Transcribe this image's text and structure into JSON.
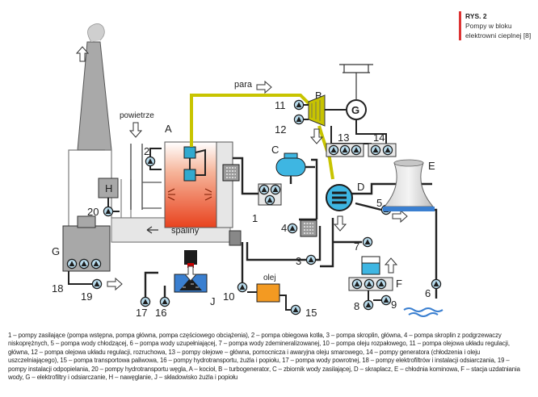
{
  "caption": {
    "figure_no": "RYS. 2",
    "title": "Pompy w bloku elektrowni cieplnej [8]"
  },
  "labels": {
    "powietrze": "powietrze",
    "para": "para",
    "spaliny": "spaliny",
    "olej": "olej",
    "A": "A",
    "B": "B",
    "C": "C",
    "D": "D",
    "E": "E",
    "F": "F",
    "G": "G",
    "H": "H",
    "J": "J",
    "generator": "G",
    "n1": "1",
    "n2": "2",
    "n3": "3",
    "n4": "4",
    "n5": "5",
    "n6": "6",
    "n7": "7",
    "n8": "8",
    "n9": "9",
    "n10": "10",
    "n11": "11",
    "n12": "12",
    "n13": "13",
    "n14": "14",
    "n15": "15",
    "n16": "16",
    "n17": "17",
    "n18": "18",
    "n19": "19",
    "n20": "20"
  },
  "legend": "1 – pompy zasilające (pompa wstępna, pompa główna, pompa częściowego obciążenia), 2 – pompa obiegowa kotła, 3 – pompa skroplin, główna, 4 – pompa skroplin z podgrzewaczy niskoprężnych, 5 – pompa wody chłodzącej, 6 – pompa wody uzupełniającej, 7 – pompa wody zdemineralizowanej, 10 – pompa oleju rozpałowego, 11 – pompa olejowa układu regulacji, główna, 12 – pompa olejowa układu regulacji, rozruchowa, 13 – pompy olejowe – główna, pomocnicza i awaryjna oleju smarowego, 14 – pompy generatora (chłodzenia i oleju uszczelniającego), 15 – pompa transportowa paliwowa, 16 – pompy hydrotransportu, żużla i popiołu, 17 – pompa wody powrotnej, 18 – pompy elektrofiltrów i instalacji odsiarczania, 19 – pompy instalacji odpopielania, 20 – pompy hydrotransportu węgla, A – kocioł, B – turbogenerator, C – zbiornik wody zasilającej, D – skraplacz, E – chłodnia kominowa, F – stacja uzdatniania wody, G – elektrofiltry i odsiarczanie, H – nawęglanie, J – składowisko żużla i popiołu",
  "colors": {
    "pipe": "#2a2a2a",
    "steam": "#c8c400",
    "boiler_top": "#ffffff",
    "boiler_bottom": "#e8421e",
    "pump_fill": "#b9dced",
    "tank": "#3eb6e2",
    "oil_tank": "#f39a22",
    "water": "#3a7fd0",
    "grey_box": "#a8a8a8",
    "caption_bar": "#dd3333"
  }
}
